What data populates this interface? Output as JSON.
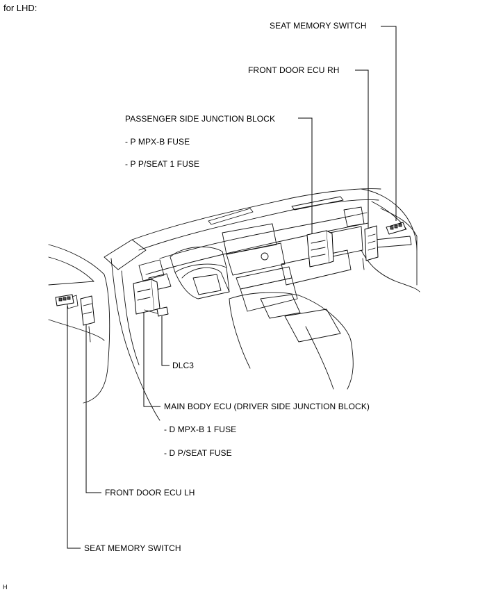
{
  "header": {
    "text": "for LHD:"
  },
  "labels": {
    "seat_memory_switch_rh": "SEAT MEMORY SWITCH",
    "front_door_ecu_rh": "FRONT DOOR ECU RH",
    "passenger_jb": "PASSENGER SIDE JUNCTION BLOCK",
    "p_mpx_b_fuse": "- P MPX-B FUSE",
    "p_pseat_1_fuse": "- P P/SEAT 1 FUSE",
    "dlc3": "DLC3",
    "main_body_ecu": "MAIN BODY ECU (DRIVER SIDE JUNCTION BLOCK)",
    "d_mpx_b_1_fuse": "- D MPX-B 1 FUSE",
    "d_pseat_fuse": "- D P/SEAT FUSE",
    "front_door_ecu_lh": "FRONT DOOR ECU LH",
    "seat_memory_switch_lh": "SEAT MEMORY SWITCH"
  },
  "footer": {
    "code": "H"
  }
}
